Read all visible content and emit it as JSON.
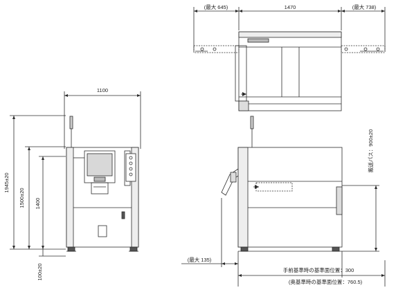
{
  "dimensions": {
    "top_left_max": "(最大 645)",
    "top_width": "1470",
    "top_right_max": "(最大 738)",
    "front_width": "1100",
    "front_total_height": "1945±20",
    "front_body_height": "1500±20",
    "front_panel_height": "1400",
    "front_foot_height": "100±20",
    "side_conveyor_height": "搬送パス：900±20",
    "side_bottom_max": "(最大 135)",
    "ref_front": "手前基準時の基準面位置：300",
    "ref_back": "(奥基準時の基準面位置：760.5)"
  },
  "colors": {
    "line": "#2b2b2b",
    "fill": "#ffffff",
    "shade": "#d8d8d8",
    "dark": "#555555"
  }
}
